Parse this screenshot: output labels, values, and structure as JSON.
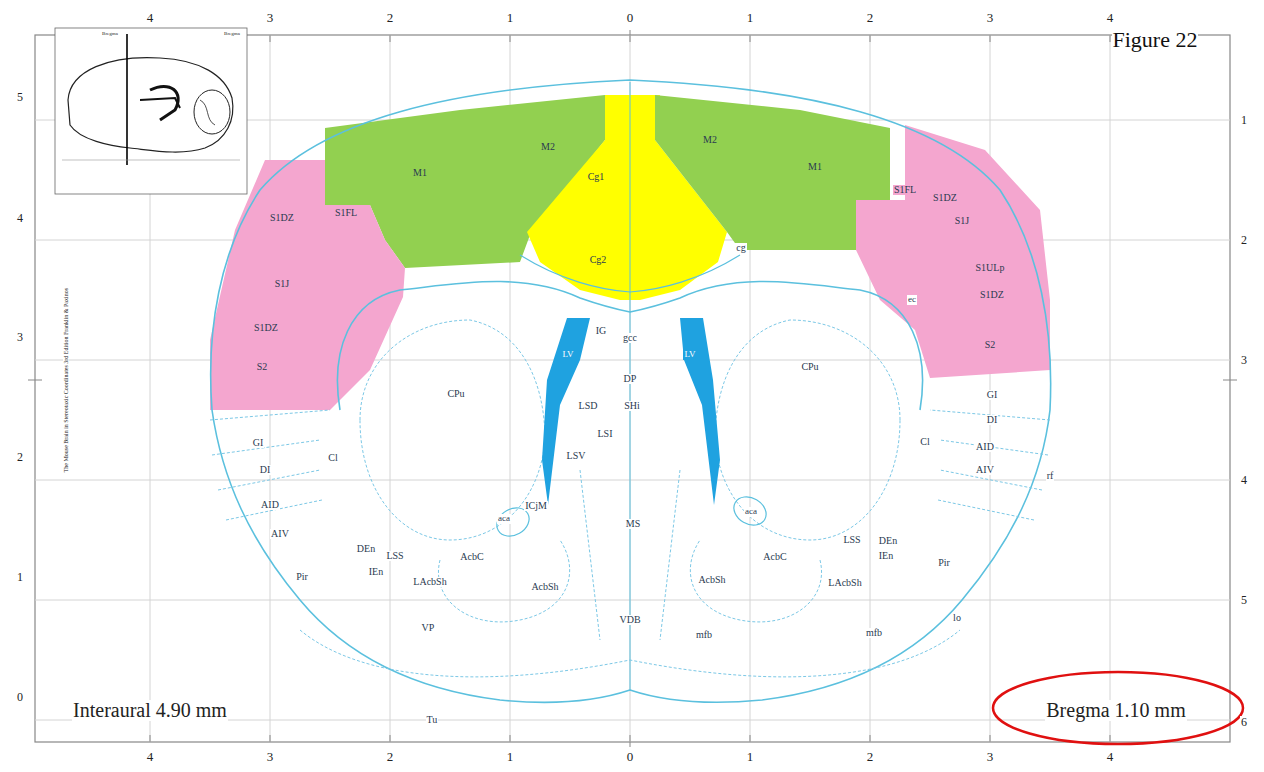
{
  "diagram": {
    "title": "Figure 22",
    "labels": [
      "4",
      "3",
      "2",
      "1",
      "0",
      "1",
      "2",
      "3",
      "4",
      "4",
      "3",
      "2",
      "1",
      "0",
      "1",
      "2",
      "3",
      "4",
      "5",
      "4",
      "3",
      "2",
      "1",
      "0",
      "1",
      "2",
      "3",
      "4",
      "5",
      "6",
      "Interaural 4.90 mm",
      "Bregma 1.10 mm",
      "The Mouse Brain in Stereotaxic Coordinates 3rd Edition Franklin & Paxinos",
      "Bregma",
      "Bregma",
      "M1",
      "M2",
      "Cg1",
      "Cg2",
      "M2",
      "M1",
      "S1FL",
      "S1DZ",
      "S1J",
      "S1DZ",
      "S2",
      "S1FL",
      "S1DZ",
      "S1J",
      "S1ULp",
      "S1DZ",
      "S2",
      "cg",
      "ec",
      "IG",
      "gcc",
      "LV",
      "LV",
      "CPu",
      "CPu",
      "DP",
      "LSD",
      "SHi",
      "LSI",
      "LSV",
      "GI",
      "DI",
      "AID",
      "AIV",
      "Cl",
      "GI",
      "DI",
      "AID",
      "AIV",
      "Cl",
      "rf",
      "DEn",
      "Pir",
      "LSS",
      "IEn",
      "LAcbSh",
      "ICjM",
      "MS",
      "aca",
      "aca",
      "AcbC",
      "AcbSh",
      "AcbC",
      "AcbSh",
      "DEn",
      "LSS",
      "IEn",
      "Pir",
      "LAcbSh",
      "VDB",
      "VP",
      "mfb",
      "mfb",
      "lo",
      "Tu"
    ]
  }
}
